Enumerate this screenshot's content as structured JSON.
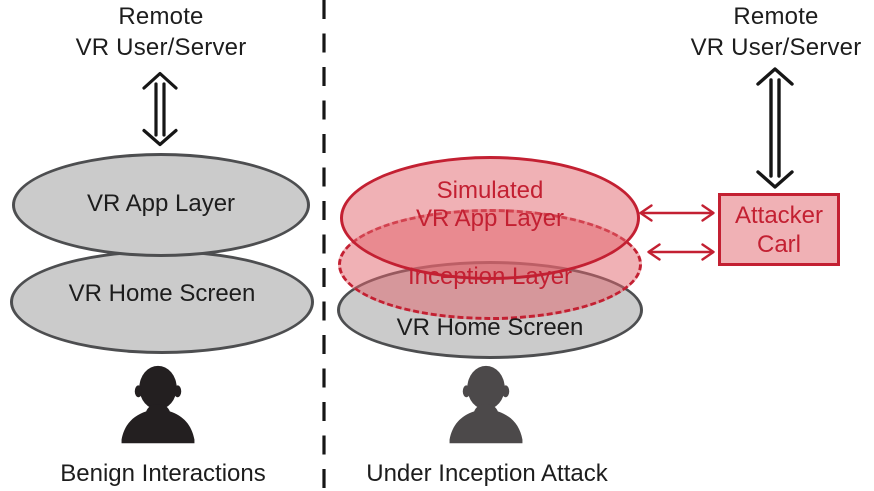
{
  "colors": {
    "red_accent": "#C32032",
    "pink_fill": "#F0B1B5",
    "gray_fill": "#CBCBCB",
    "gray_border": "#4D4E50",
    "ink": "#1D1D1D",
    "person_benign": "#231F20",
    "person_attack": "#4C494A"
  },
  "left_scene": {
    "remote_endpoint": {
      "line1": "Remote",
      "line2": "VR User/Server"
    },
    "vr_app_layer": "VR App Layer",
    "vr_home_screen": "VR Home Screen",
    "caption": "Benign Interactions"
  },
  "attack_scene": {
    "simulated_layer": {
      "line1": "Simulated",
      "line2": "VR App Layer"
    },
    "inception_layer": "Inception Layer",
    "vr_home_screen": "VR Home Screen",
    "caption": "Under Inception Attack"
  },
  "right_scene": {
    "remote_endpoint": {
      "line1": "Remote",
      "line2": "VR User/Server"
    },
    "attacker": {
      "line1": "Attacker",
      "line2": "Carl"
    }
  },
  "icons": {
    "vertical_double_arrow": "outlined double-headed vertical arrow",
    "horizontal_double_arrow": "red double-headed horizontal arrow",
    "user_silhouette": "person head-and-shoulders bust",
    "scene_divider": "black dashed vertical line"
  }
}
